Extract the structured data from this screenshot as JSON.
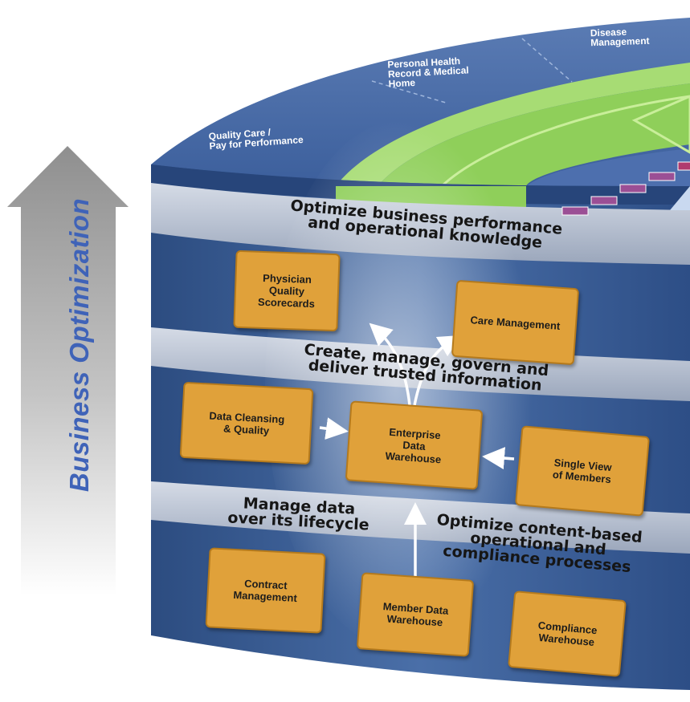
{
  "side_label": "Business Optimization",
  "top_segments": [
    {
      "label": "Quality Care /\nPay for Performance"
    },
    {
      "label": "Personal Health\nRecord & Medical\nHome"
    },
    {
      "label": "Disease\nManagement"
    }
  ],
  "layers": {
    "top_caption": "Optimize business performance\nand operational knowledge",
    "middle_caption": "Create, manage, govern and\ndeliver trusted information",
    "bottom_left_caption": "Manage data\nover its lifecycle",
    "bottom_right_caption": "Optimize content-based\noperational and\ncompliance processes"
  },
  "boxes": {
    "physician_quality": "Physician\nQuality\nScorecards",
    "care_management": "Care Management",
    "data_cleansing": "Data Cleansing\n& Quality",
    "enterprise_dw": "Enterprise\nData\nWarehouse",
    "single_view": "Single View\nof Members",
    "contract_mgmt": "Contract\nManagement",
    "member_dw": "Member Data\nWarehouse",
    "compliance_wh": "Compliance\nWarehouse"
  },
  "colors": {
    "arrow_gray": "#9a9a9a",
    "label_blue": "#3f63b8",
    "panel_blue": "#3b5e92",
    "band_gray": "#b4bccb",
    "box_orange": "#e0a13a",
    "ring_green": "#8fcf5a",
    "step_purple": "#9b4f95"
  }
}
